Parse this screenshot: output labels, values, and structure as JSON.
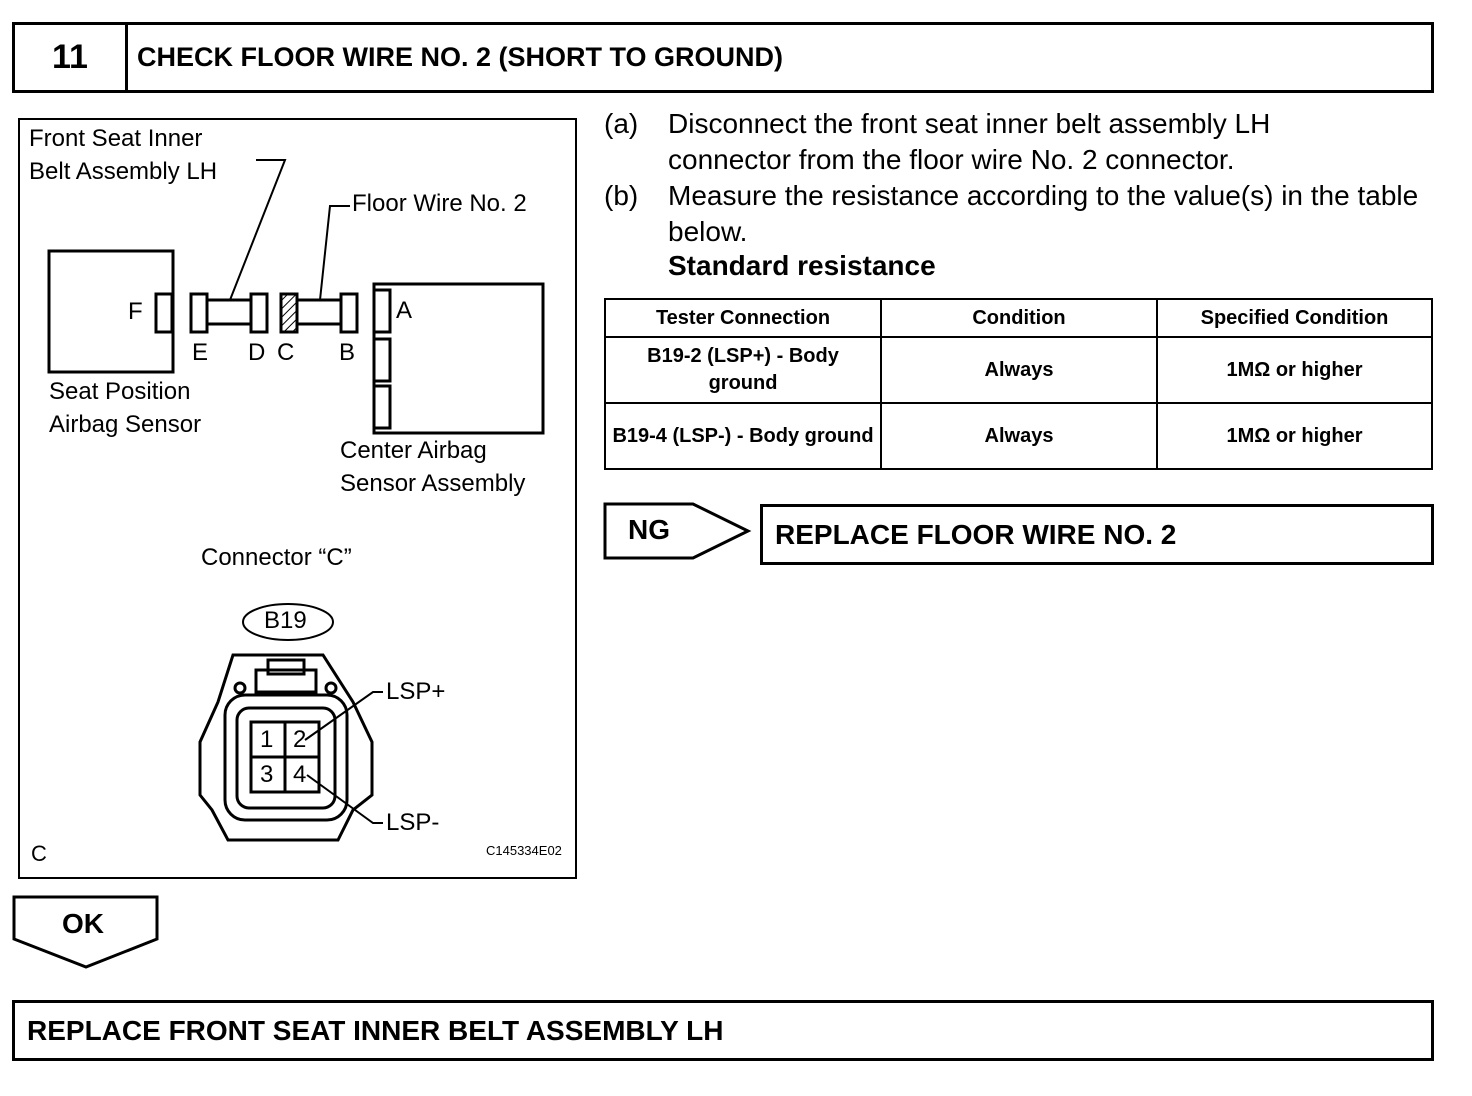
{
  "header": {
    "step_number": "11",
    "title": "CHECK FLOOR WIRE NO. 2 (SHORT TO GROUND)"
  },
  "figure": {
    "labels": {
      "front_seat_line1": "Front Seat Inner",
      "front_seat_line2": "Belt Assembly LH",
      "floor_wire": "Floor Wire No. 2",
      "F": "F",
      "E": "E",
      "D": "D",
      "C": "C",
      "B": "B",
      "A": "A",
      "seat_sensor_line1": "Seat Position",
      "seat_sensor_line2": "Airbag Sensor",
      "center_line1": "Center Airbag",
      "center_line2": "Sensor Assembly",
      "connector_title": "Connector “C”",
      "connector_id": "B19",
      "pin1": "1",
      "pin2": "2",
      "pin3": "3",
      "pin4": "4",
      "lsp_plus": "LSP+",
      "lsp_minus": "LSP-",
      "corner": "C",
      "code": "C145334E02"
    }
  },
  "steps": [
    {
      "letter": "(a)",
      "text": "Disconnect the front seat inner belt assembly LH connector from the floor wire No. 2 connector."
    },
    {
      "letter": "(b)",
      "text": "Measure the resistance according to the value(s) in the table below."
    }
  ],
  "standard_label": "Standard resistance",
  "table": {
    "headers": [
      "Tester Connection",
      "Condition",
      "Specified Condition"
    ],
    "rows": [
      [
        "B19-2 (LSP+) - Body ground",
        "Always",
        "1MΩ or higher"
      ],
      [
        "B19-4 (LSP-) - Body ground",
        "Always",
        "1MΩ or higher"
      ]
    ]
  },
  "ng": {
    "label": "NG",
    "result": "REPLACE FLOOR WIRE NO. 2"
  },
  "ok": {
    "label": "OK",
    "result": "REPLACE FRONT SEAT INNER BELT ASSEMBLY LH"
  }
}
